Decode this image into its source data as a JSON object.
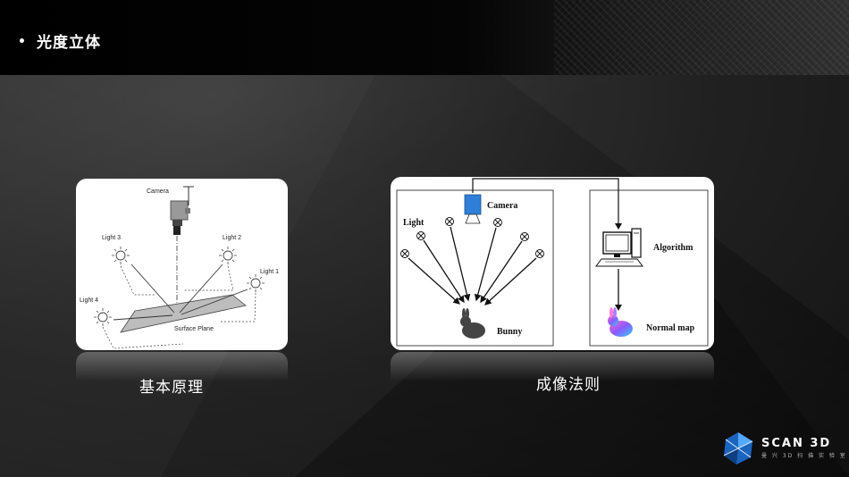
{
  "header": {
    "title": "光度立体"
  },
  "left_figure": {
    "camera_label": "Camera",
    "lights": [
      "Light 1",
      "Light 2",
      "Light 3",
      "Light 4"
    ],
    "surface_label": "Surface Plane",
    "caption": "基本原理"
  },
  "right_figure": {
    "light_label": "Light",
    "camera_label": "Camera",
    "object_label": "Bunny",
    "algorithm_label": "Algorithm",
    "output_label": "Normal map",
    "caption": "成像法则"
  },
  "brand": {
    "name": "SCAN 3D",
    "tagline": "曼 兴 3D 扫 描 实 验 室"
  },
  "colors": {
    "camera_blue": "#2f7fd8",
    "header_bg": "#000000",
    "accent": "#2f6fd0"
  }
}
